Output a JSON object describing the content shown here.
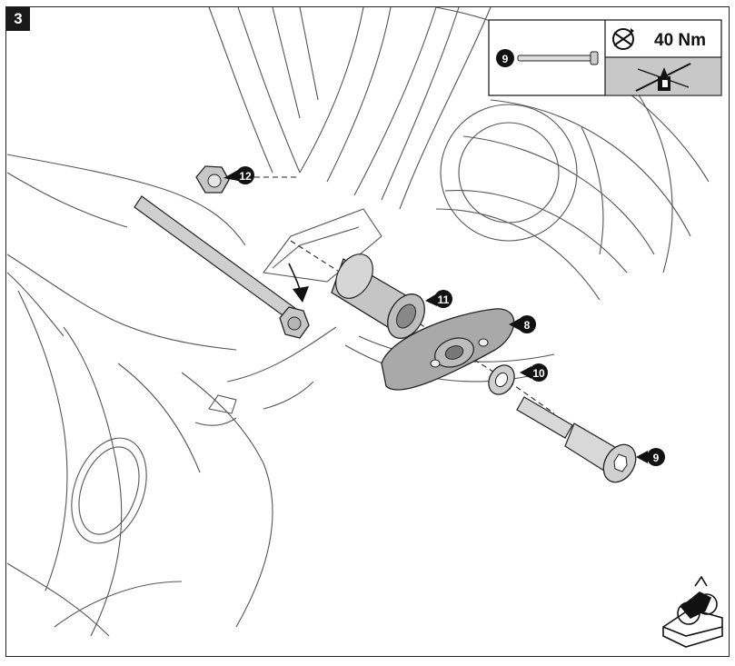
{
  "step_number": "3",
  "spec_box": {
    "bolt_part": "9",
    "torque": "40 Nm",
    "torque_icon": "torque-wrench-icon",
    "threadlock_icon": "no-threadlock-icon"
  },
  "callouts": [
    {
      "id": "bolt-upper",
      "label": "12"
    },
    {
      "id": "spacer",
      "label": "11"
    },
    {
      "id": "plate",
      "label": "8"
    },
    {
      "id": "washer",
      "label": "10"
    },
    {
      "id": "bolt-lower",
      "label": "9"
    }
  ],
  "corner_icon": "motorcycle-on-stand-icon",
  "colors": {
    "line": "#222222",
    "fill_part": "#bdbdbd",
    "spec_shade": "#c8c8c8"
  }
}
